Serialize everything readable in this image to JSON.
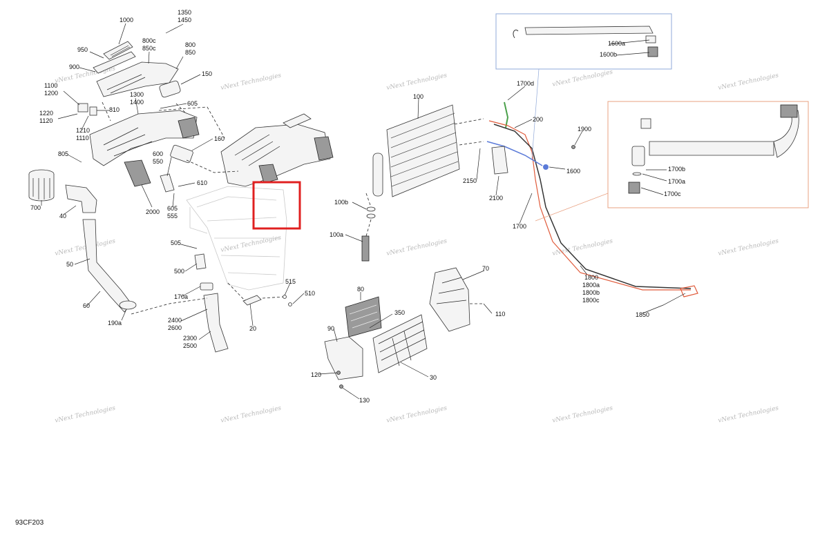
{
  "diagram_code": "93CF203",
  "watermark_text": "vNext Technologies",
  "colors": {
    "highlight_box": "#e02020",
    "detail_box_blue": "#8fa8d8",
    "detail_box_orange": "#e8a080",
    "hose_red": "#e05a3a",
    "hose_blue": "#5a7ad8",
    "hose_green": "#4aa04a"
  },
  "labels": {
    "p1000": "1000",
    "p1350": "1350",
    "p1450": "1450",
    "p950": "950",
    "p800c": "800c",
    "p850c": "850c",
    "p800": "800",
    "p850": "850",
    "p900": "900",
    "p150": "150",
    "p1100": "1100",
    "p1200": "1200",
    "p1300": "1300",
    "p1400": "1400",
    "p605a": "605",
    "p810": "810",
    "p1220": "1220",
    "p1120": "1120",
    "p1210": "1210",
    "p1110": "1110",
    "p160": "160",
    "p805": "805",
    "p600": "600",
    "p550": "550",
    "p610": "610",
    "p700": "700",
    "p40": "40",
    "p2000": "2000",
    "p605b": "605",
    "p555": "555",
    "p505": "505",
    "p50": "50",
    "p500": "500",
    "p60": "60",
    "p170a": "170a",
    "p515": "515",
    "p510": "510",
    "p190a": "190a",
    "p2400": "2400",
    "p2600": "2600",
    "p2300": "2300",
    "p2500": "2500",
    "p20": "20",
    "p100": "100",
    "p100b": "100b",
    "p100a": "100a",
    "p1700d": "1700d",
    "p200": "200",
    "p1900": "1900",
    "p2150": "2150",
    "p2100": "2100",
    "p1600": "1600",
    "p1700": "1700",
    "p1600a": "1600a",
    "p1600b": "1600b",
    "p1700b": "1700b",
    "p1700a": "1700a",
    "p1700c": "1700c",
    "p1800": "1800",
    "p1800a": "1800a",
    "p1800b": "1800b",
    "p1800c": "1800c",
    "p1850": "1850",
    "p70": "70",
    "p110": "110",
    "p80": "80",
    "p350": "350",
    "p90": "90",
    "p120": "120",
    "p30": "30",
    "p130": "130"
  }
}
